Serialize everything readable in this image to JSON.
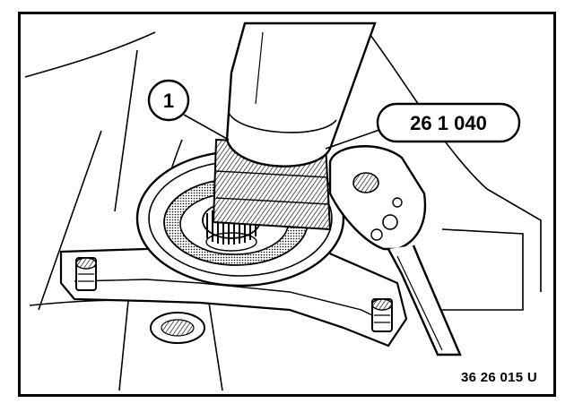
{
  "diagram": {
    "callouts": {
      "part_number": "1",
      "tool_number": "26 1 040"
    },
    "figure_number": "36 26 015 U",
    "colors": {
      "ink": "#000000",
      "paper": "#ffffff",
      "shade": "#9a9a9a"
    }
  }
}
